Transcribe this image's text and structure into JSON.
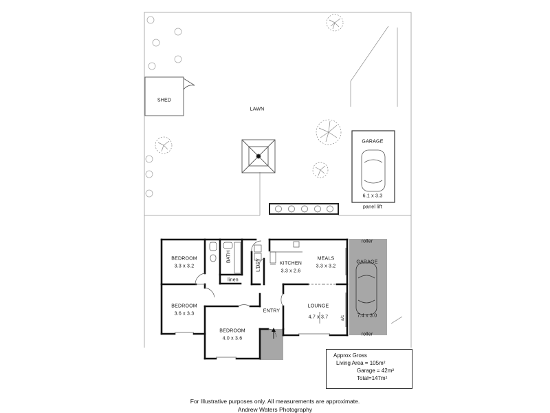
{
  "rooms": {
    "shed": "SHED",
    "lawn": "LAWN",
    "garage_top": "GARAGE",
    "garage_top_dims": "6.1 x 3.3",
    "panel_lift": "panel lift",
    "bedroom1": "BEDROOM",
    "bedroom1_dims": "3.3 x 3.2",
    "bath": "BATH",
    "ldry": "L'DRY",
    "linen": "linen",
    "kitchen": "KITCHEN",
    "kitchen_dims": "3.3 x 2.6",
    "meals": "MEALS",
    "meals_dims": "3.3 x 3.2",
    "garage_side": "GARAGE",
    "garage_side_dims": "7.4 x 3.0",
    "roller_top": "roller",
    "roller_bottom": "roller",
    "bedroom2": "BEDROOM",
    "bedroom2_dims": "3.6 x 3.3",
    "entry": "ENTRY",
    "lounge": "LOUNGE",
    "lounge_dims": "4.7 x 3.7",
    "ac": "a/c",
    "bedroom3": "BEDROOM",
    "bedroom3_dims": "4.0 x 3.6"
  },
  "area_box": {
    "title": "Approx Gross",
    "living": "Living Area = 105m²",
    "garage": "Garage  =  42m²",
    "total": "Total=147m²"
  },
  "footer": {
    "line1": "For Illustrative purposes only.  All measurements are approximate.",
    "line2": "Andrew Waters Photography"
  }
}
